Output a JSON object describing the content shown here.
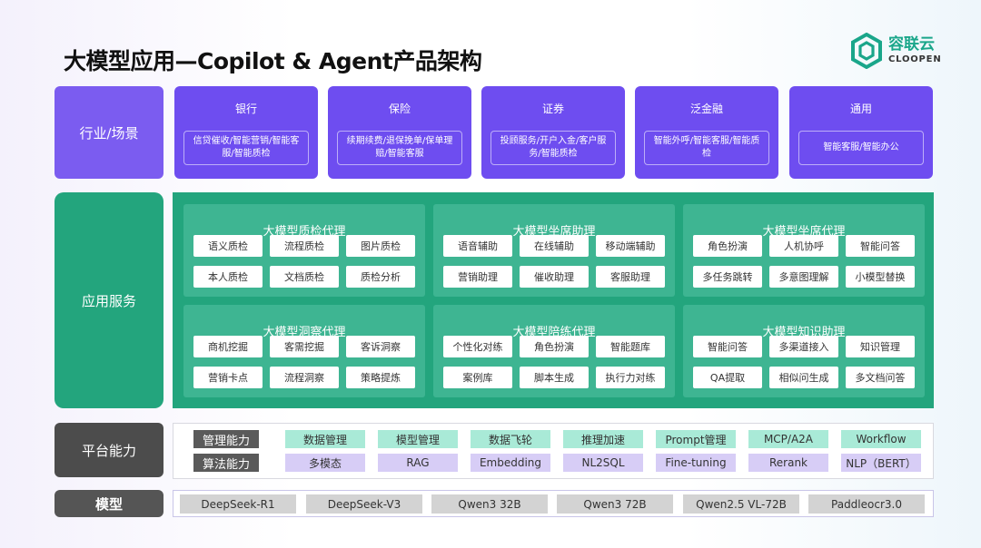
{
  "title": "大模型应用—Copilot & Agent产品架构",
  "logo": {
    "cn": "容联云",
    "en": "CLOOPEN",
    "icon": "hexagon-logo-icon",
    "color": "#1aa68a"
  },
  "colors": {
    "industry": "#6e4df0",
    "app": "#23a57d",
    "platform": "#4c4c4c",
    "mgmt_chip": "#a9ead7",
    "algo_chip": "#d7cdf6",
    "model_chip": "#d3d3d3"
  },
  "sections": {
    "industry": "行业/场景",
    "app": "应用服务",
    "platform": "平台能力",
    "model": "模型"
  },
  "industries": [
    {
      "name": "银行",
      "desc": "信贷催收/智能营销/智能客服/智能质检"
    },
    {
      "name": "保险",
      "desc": "续期续费/退保挽单/保单理赔/智能客服"
    },
    {
      "name": "证券",
      "desc": "投顾服务/开户入金/客户服务/智能质检"
    },
    {
      "name": "泛金融",
      "desc": "智能外呼/智能客服/智能质检"
    },
    {
      "name": "通用",
      "desc": "智能客服/智能办公"
    }
  ],
  "agents": [
    {
      "name": "大模型质检代理",
      "items": [
        "语义质检",
        "流程质检",
        "图片质检",
        "本人质检",
        "文档质检",
        "质检分析"
      ]
    },
    {
      "name": "大模型坐席助理",
      "items": [
        "语音辅助",
        "在线辅助",
        "移动端辅助",
        "营销助理",
        "催收助理",
        "客服助理"
      ]
    },
    {
      "name": "大模型坐席代理",
      "items": [
        "角色扮演",
        "人机协呼",
        "智能问答",
        "多任务跳转",
        "多意图理解",
        "小模型替换"
      ]
    },
    {
      "name": "大模型洞察代理",
      "items": [
        "商机挖掘",
        "客需挖掘",
        "客诉洞察",
        "营销卡点",
        "流程洞察",
        "策略提炼"
      ]
    },
    {
      "name": "大模型陪练代理",
      "items": [
        "个性化对练",
        "角色扮演",
        "智能题库",
        "案例库",
        "脚本生成",
        "执行力对练"
      ]
    },
    {
      "name": "大模型知识助理",
      "items": [
        "智能问答",
        "多渠道接入",
        "知识管理",
        "QA提取",
        "相似问生成",
        "多文档问答"
      ]
    }
  ],
  "platform": {
    "mgmt_label": "管理能力",
    "mgmt": [
      "数据管理",
      "模型管理",
      "数据飞轮",
      "推理加速",
      "Prompt管理",
      "MCP/A2A",
      "Workflow"
    ],
    "algo_label": "算法能力",
    "algo": [
      "多模态",
      "RAG",
      "Embedding",
      "NL2SQL",
      "Fine-tuning",
      "Rerank",
      "NLP（BERT）"
    ]
  },
  "models": [
    "DeepSeek-R1",
    "DeepSeek-V3",
    "Qwen3 32B",
    "Qwen3 72B",
    "Qwen2.5 VL-72B",
    "Paddleocr3.0"
  ]
}
